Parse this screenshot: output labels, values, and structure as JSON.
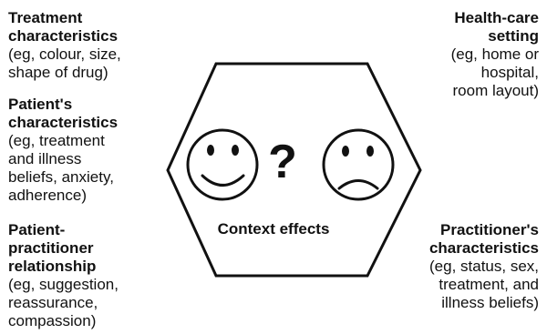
{
  "factors": {
    "treatment": {
      "heading": [
        "Treatment",
        "characteristics"
      ],
      "detail": [
        "(eg, colour, size,",
        "shape of drug)"
      ]
    },
    "patient": {
      "heading": [
        "Patient's",
        "characteristics"
      ],
      "detail": [
        "(eg, treatment",
        "and illness",
        "beliefs, anxiety,",
        "adherence)"
      ]
    },
    "relationship": {
      "heading": [
        "Patient-",
        "practitioner",
        "relationship"
      ],
      "detail": [
        "(eg, suggestion,",
        "reassurance,",
        "compassion)"
      ]
    },
    "setting": {
      "heading": [
        "Health-care",
        "setting"
      ],
      "detail": [
        "(eg, home or",
        "hospital,",
        "room layout)"
      ]
    },
    "practitioner": {
      "heading": [
        "Practitioner's",
        "characteristics"
      ],
      "detail": [
        "(eg, status, sex,",
        "treatment, and",
        "illness beliefs)"
      ]
    }
  },
  "center": {
    "label": "Context effects",
    "question_mark": "?"
  },
  "icons": [
    "smiling-face-icon",
    "frowning-face-icon"
  ],
  "colors": {
    "ink": "#111111",
    "background": "#ffffff"
  }
}
